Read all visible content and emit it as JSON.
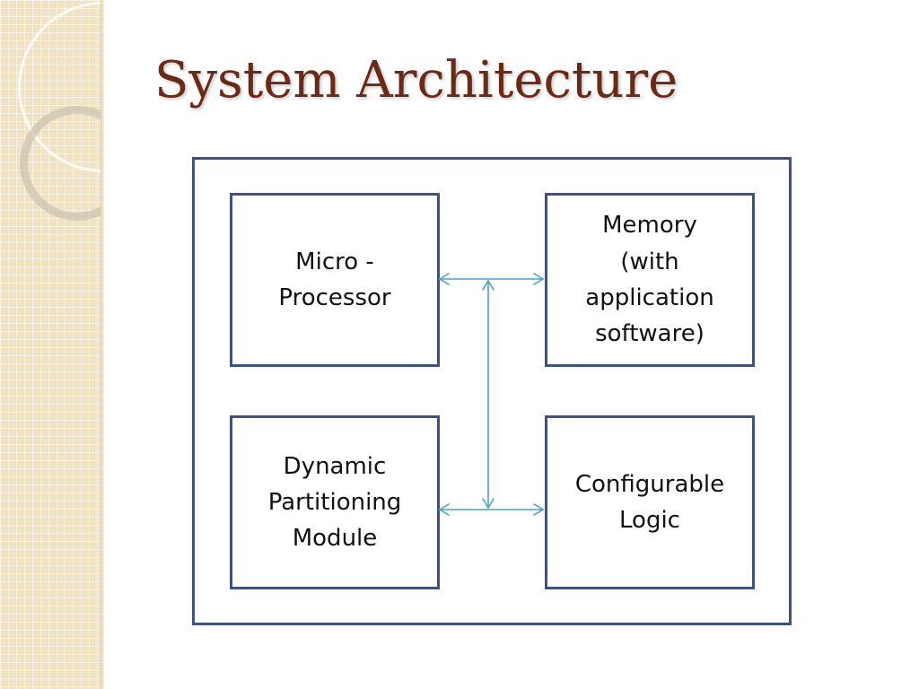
{
  "slide": {
    "title": "System Architecture"
  },
  "diagram": {
    "blocks": [
      {
        "label": "Micro -\nProcessor"
      },
      {
        "label": "Memory\n(with\napplication\nsoftware)"
      },
      {
        "label": "Dynamic\nPartitioning\nModule"
      },
      {
        "label": "Configurable\nLogic"
      }
    ],
    "colors": {
      "frame": "#3d5287",
      "arrow": "#4aa3c4",
      "title": "#6b2a16",
      "panel": "#efe3c4"
    }
  }
}
